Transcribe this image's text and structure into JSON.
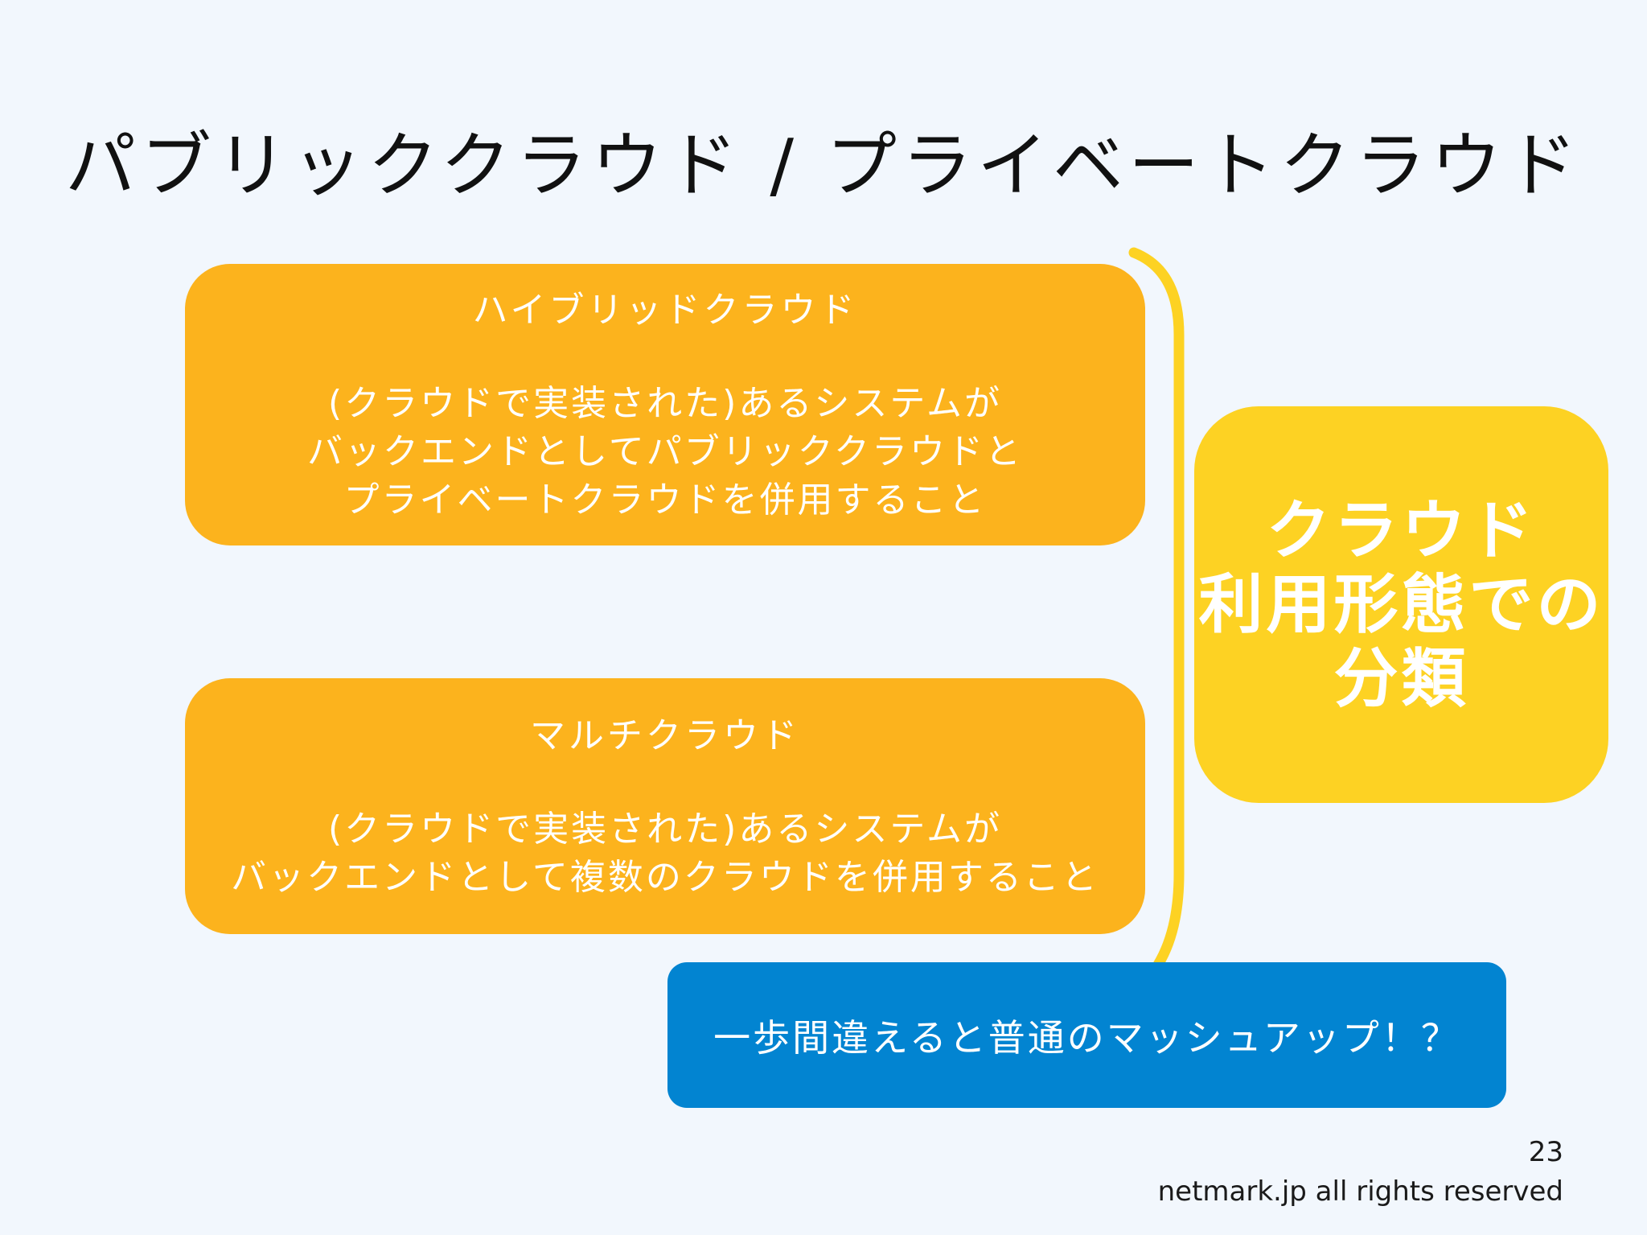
{
  "slide": {
    "title": "パブリッククラウド / プライベートクラウド",
    "hybrid": {
      "title": "ハイブリッドクラウド",
      "lines": [
        "(クラウドで実装された)あるシステムが",
        "バックエンドとしてパブリッククラウドと",
        "プライベートクラウドを併用すること"
      ]
    },
    "multi": {
      "title": "マルチクラウド",
      "lines": [
        "(クラウドで実装された)あるシステムが",
        "バックエンドとして複数のクラウドを併用すること"
      ]
    },
    "category": {
      "lines": [
        "クラウド",
        "利用形態での",
        "分類"
      ]
    },
    "note": "一歩間違えると普通のマッシュアップ！？",
    "page_number": "23",
    "footer": "netmark.jp all rights reserved"
  },
  "colors": {
    "background": "#f2f7fd",
    "orange_box": "#fcb31d",
    "yellow_box": "#fdd223",
    "bracket": "#fdd223",
    "blue_box": "#0284d1",
    "text_light": "#ffffff",
    "text_dark": "#111111"
  }
}
